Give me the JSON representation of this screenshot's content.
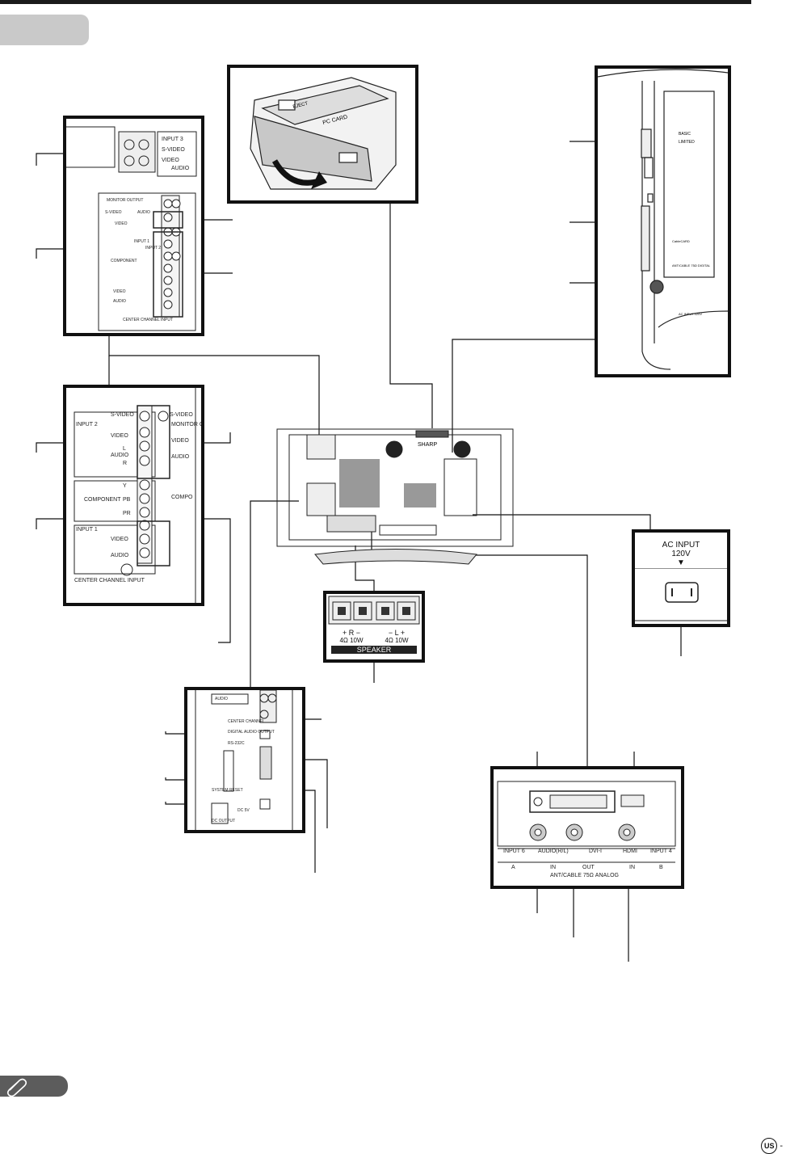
{
  "panels": {
    "pc_card": {
      "labels": [
        "EJECT",
        "PC CARD"
      ]
    },
    "right_side": {
      "labels": [
        "BASIC",
        "LIMITED",
        "CableCARD",
        "ANT/CABLE 75Ω DIGITAL",
        "AC INPUT 120V"
      ]
    },
    "top_left": {
      "labels": [
        "INPUT 3",
        "S-VIDEO",
        "VIDEO",
        "AUDIO",
        "MONITOR OUTPUT",
        "S-VIDEO",
        "AUDIO",
        "VIDEO",
        "INPUT 1",
        "INPUT 2",
        "COMPONENT",
        "VIDEO",
        "AUDIO",
        "CENTER CHANNEL INPUT"
      ]
    },
    "mid_left": {
      "labels": [
        "INPUT 2",
        "S-VIDEO",
        "VIDEO",
        "AUDIO",
        "L",
        "R",
        "COMPONENT",
        "Y",
        "PB",
        "PR",
        "INPUT 1",
        "VIDEO",
        "AUDIO",
        "CENTER CHANNEL INPUT",
        "S-VIDEO",
        "MONITOR OUT",
        "VIDEO",
        "AUDIO",
        "COMPO"
      ]
    },
    "lower_mid": {
      "labels": [
        "AUDIO",
        "CENTER CHANNEL",
        "RS-232C",
        "DIGITAL AUDIO OUTPUT",
        "SYSTEM RESET",
        "DC 5V",
        "DC OUTPUT"
      ]
    },
    "ac_input": {
      "title": "AC INPUT",
      "voltage": "120V"
    },
    "speaker": {
      "r_polarity": "+  R  −",
      "r_spec": "4Ω 10W",
      "l_polarity": "−  L  +",
      "l_spec": "4Ω 10W",
      "caption": "SPEAKER"
    },
    "terminal": {
      "top_labels": [
        "INPUT 6",
        "AUDIO(R/L)",
        "DVI-I",
        "HDMI",
        "INPUT 4"
      ],
      "bottom_labels": [
        "A",
        "IN",
        "OUT",
        "IN",
        "B"
      ],
      "footer": "ANT/CABLE 75Ω   ANALOG"
    },
    "tv_back": {
      "brand": "SHARP"
    }
  },
  "footer": {
    "region": "US",
    "dash": "-"
  }
}
